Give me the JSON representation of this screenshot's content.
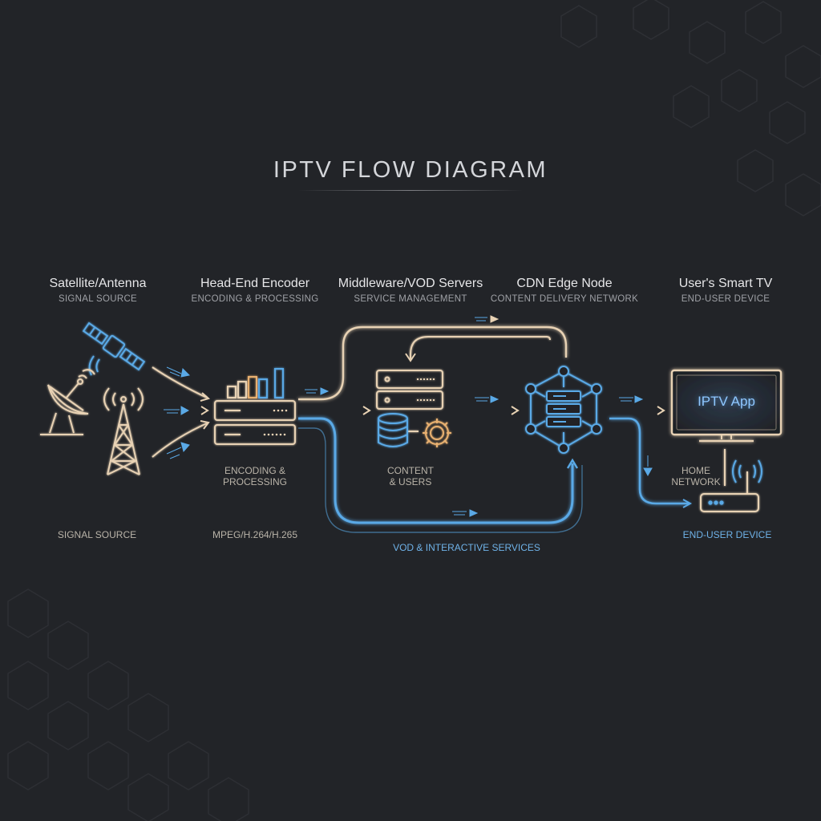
{
  "title": "IPTV FLOW DIAGRAM",
  "stages": [
    {
      "title": "Satellite/Antenna",
      "subtitle": "SIGNAL SOURCE"
    },
    {
      "title": "Head-End Encoder",
      "subtitle": "ENCODING & PROCESSING"
    },
    {
      "title": "Middleware/VOD Servers",
      "subtitle": "SERVICE MANAGEMENT"
    },
    {
      "title": "CDN Edge Node",
      "subtitle": "CONTENT DELIVERY NETWORK"
    },
    {
      "title": "User's Smart TV",
      "subtitle": "END-USER DEVICE"
    }
  ],
  "notes": {
    "encoder_line1": "ENCODING &",
    "encoder_line2": "PROCESSING",
    "content_line1": "CONTENT",
    "content_line2": "& USERS",
    "home_line1": "HOME",
    "home_line2": "NETWORK",
    "signal_source": "SIGNAL SOURCE",
    "codec": "MPEG/H.264/H.265",
    "vod": "VOD & INTERACTIVE SERVICES",
    "end_user": "END-USER DEVICE"
  },
  "tv_screen_label": "IPTV App",
  "colors": {
    "background": "#222428",
    "beige": "#e8d2b4",
    "blue": "#5aa9e6",
    "text": "#e6e6e8",
    "subtext": "#9fa1a6"
  },
  "icons": [
    "satellite-icon",
    "satellite-dish-icon",
    "radio-tower-icon",
    "encoder-rack-icon",
    "server-stack-icon",
    "database-icon",
    "gear-icon",
    "cdn-node-icon",
    "smart-tv-icon",
    "router-icon"
  ]
}
